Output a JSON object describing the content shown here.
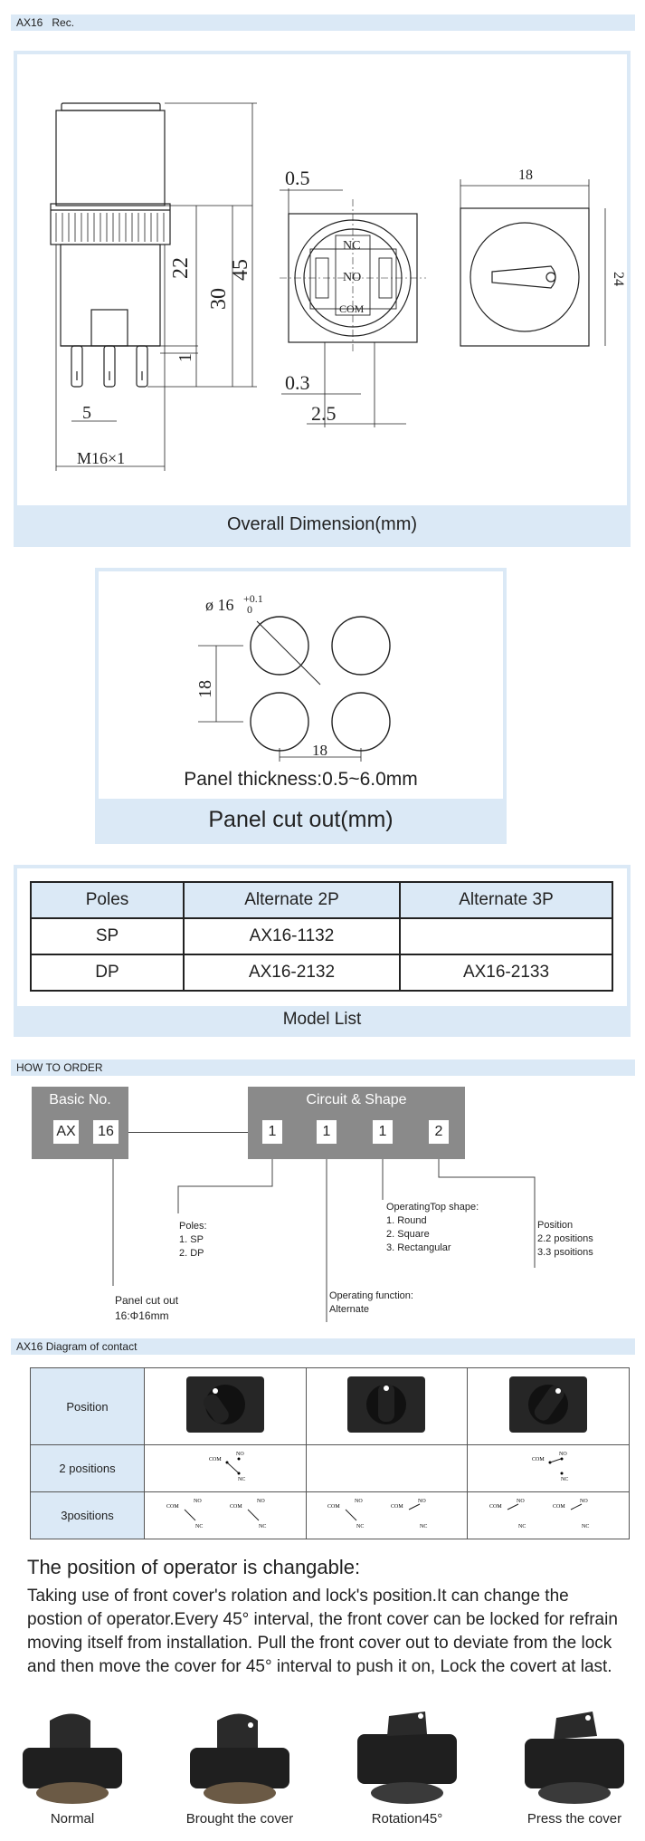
{
  "header_bar": {
    "model": "AX16",
    "rec": "Rec."
  },
  "dimension": {
    "caption": "Overall  Dimension(mm)",
    "labels": {
      "d05": "0.5",
      "d22": "22",
      "d30": "30",
      "d45": "45",
      "d1": "1",
      "d5": "5",
      "m16": "M16×1",
      "d03": "0.3",
      "d25": "2.5",
      "d18": "18",
      "d24": "24",
      "nc": "NC",
      "no": "NO",
      "com": "COM"
    }
  },
  "cutout": {
    "phi_label": "ø 16",
    "tol_plus": "+0.1",
    "tol_zero": "0",
    "d18v": "18",
    "d18h": "18",
    "thickness": "Panel thickness:0.5~6.0mm",
    "caption": "Panel cut out(mm)"
  },
  "model_list": {
    "headers": [
      "Poles",
      "Alternate 2P",
      "Alternate 3P"
    ],
    "rows": [
      [
        "SP",
        "AX16-1132",
        ""
      ],
      [
        "DP",
        "AX16-2132",
        "AX16-2133"
      ]
    ],
    "caption": "Model List"
  },
  "how_to_order": {
    "title": "HOW TO ORDER",
    "basic_no": "Basic No.",
    "circuit_shape": "Circuit & Shape",
    "codes": [
      "AX",
      "16",
      "1",
      "1",
      "1",
      "2"
    ],
    "poles": {
      "title": "Poles:",
      "items": [
        "1. SP",
        "2. DP"
      ]
    },
    "panel": {
      "title": "Panel cut out",
      "value": "16:Φ16mm"
    },
    "function": {
      "title": "Operating function:",
      "value": "Alternate"
    },
    "top_shape": {
      "title": "OperatingTop shape:",
      "items": [
        "1.  Round",
        "2. Square",
        "3. Rectangular"
      ]
    },
    "position": {
      "title": "Position",
      "items": [
        "2.2 positions",
        "3.3 psoitions"
      ]
    }
  },
  "contact": {
    "title": "AX16   Diagram of contact",
    "rows": [
      "Position",
      "2 positions",
      "3positions"
    ],
    "labels": {
      "com": "COM",
      "no": "NO",
      "nc": "NC"
    }
  },
  "operator": {
    "heading": "The position of operator is changable:",
    "body": "Taking use of front cover's rolation and lock's position.It can change the postion of operator.Every 45°  interval, the front cover can be locked for refrain moving itself from installation. Pull the front cover out to deviate from the lock and then move the cover for 45°  interval to push it on, Lock the covert at last.",
    "steps": [
      "Normal",
      "Brought the cover",
      "Rotation45°",
      "Press the  cover"
    ]
  },
  "colors": {
    "accent": "#dbe9f6",
    "order_box": "#8a8a8a"
  }
}
